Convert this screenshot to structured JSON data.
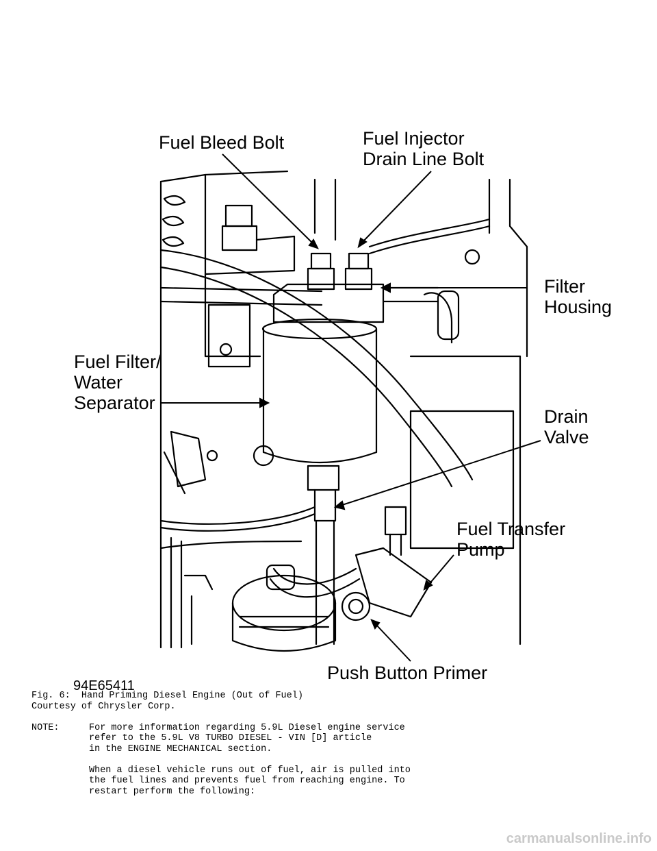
{
  "figure": {
    "callouts": {
      "fuel_bleed_bolt": "Fuel Bleed Bolt",
      "fuel_injector_1": "Fuel Injector",
      "fuel_injector_2": "Drain Line Bolt",
      "filter_housing_1": "Filter",
      "filter_housing_2": "Housing",
      "fuel_filter_1": "Fuel Filter/",
      "fuel_filter_2": "Water",
      "fuel_filter_3": "Separator",
      "drain_valve_1": "Drain",
      "drain_valve_2": "Valve",
      "transfer_pump_1": "Fuel Transfer",
      "transfer_pump_2": "Pump",
      "push_button_primer": "Push Button Primer"
    },
    "code": "94E65411"
  },
  "text": {
    "caption": "Fig. 6:  Hand Priming Diesel Engine (Out of Fuel)",
    "courtesy": "Courtesy of Chrysler Corp.",
    "note_label": "NOTE:",
    "note_lines": [
      "For more information regarding 5.9L Diesel engine service",
      "refer to the 5.9L V8 TURBO DIESEL - VIN [D] article",
      "in the ENGINE MECHANICAL section."
    ],
    "body_lines": [
      "When a diesel vehicle runs out of fuel, air is pulled into",
      "the fuel lines and prevents fuel from reaching engine. To",
      "restart perform the following:"
    ]
  },
  "watermark": "carmanualsonline.info"
}
